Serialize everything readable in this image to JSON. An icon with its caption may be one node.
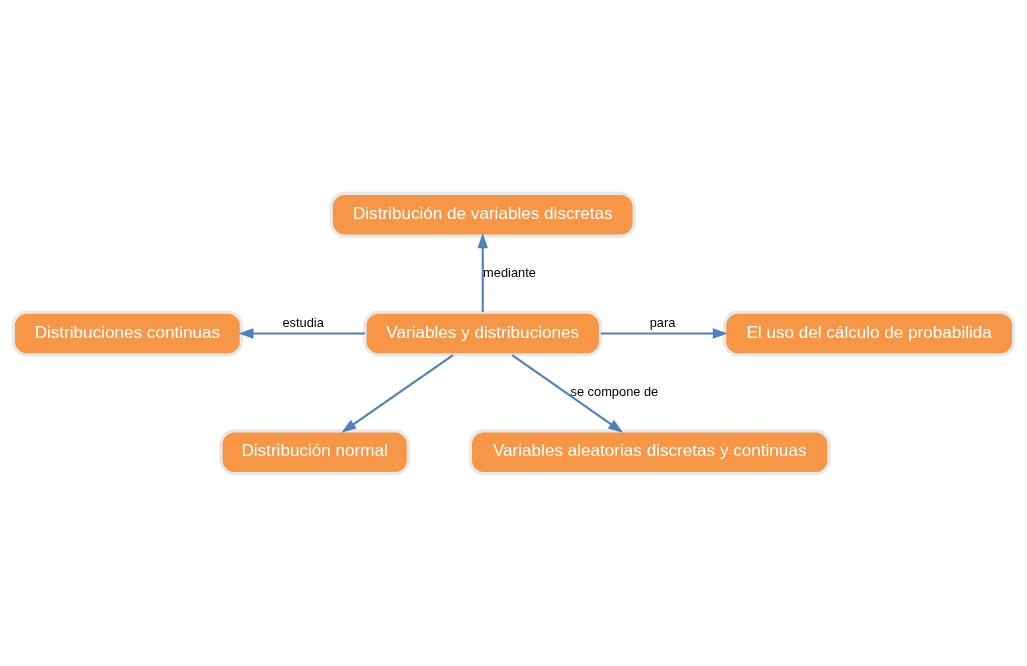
{
  "diagram": {
    "nodes": [
      {
        "text": [
          "Distribución de variables discretas"
        ]
      },
      {
        "text": [
          "Distribuciones continuas"
        ]
      },
      {
        "text": [
          "Variables y distribuciones"
        ]
      },
      {
        "text": [
          "El uso del cálculo de probabilida"
        ]
      },
      {
        "text": [
          "Distribución normal"
        ]
      },
      {
        "text": [
          "Variables aleatorias discretas y continuas"
        ]
      }
    ],
    "edges": [
      {
        "from": 2,
        "to": 0,
        "label": "mediante",
        "arrow": "to"
      },
      {
        "from": 2,
        "to": 1,
        "label": "estudia",
        "arrow": "to"
      },
      {
        "from": 2,
        "to": 4,
        "arrow": "to"
      },
      {
        "from": 2,
        "to": 3,
        "label": "para",
        "arrow": "to"
      },
      {
        "from": 2,
        "to": 5,
        "label": "se compone de",
        "arrow": "to"
      }
    ]
  }
}
